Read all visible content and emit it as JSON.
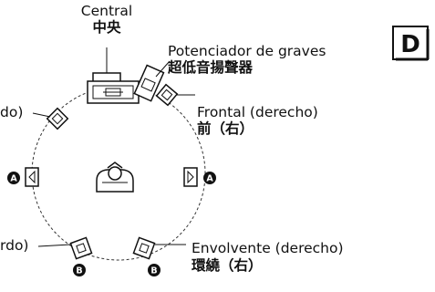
{
  "figure": {
    "section_letter": "D",
    "labels": {
      "center_es": "Central",
      "center_zh": "中央",
      "subwoofer_es": "Potenciador de graves",
      "subwoofer_zh": "超低音揚聲器",
      "front_right_es": "Frontal (derecho)",
      "front_right_zh": "前（右）",
      "surround_right_es": "Envolvente (derecho)",
      "surround_right_zh": "環繞（右）",
      "front_left_es_fragment": "do)",
      "surround_left_es_fragment": "rdo)"
    },
    "badges": {
      "side": "A",
      "rear": "B"
    }
  }
}
